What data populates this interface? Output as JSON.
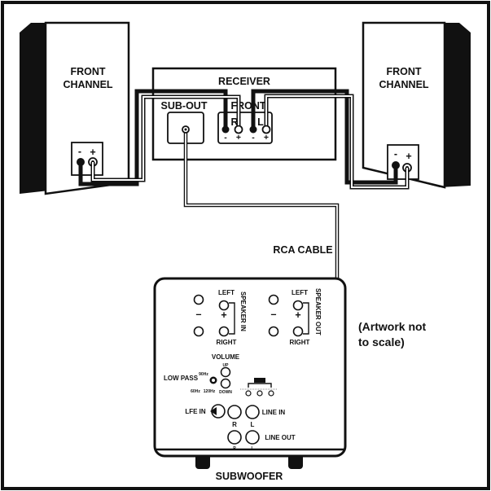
{
  "speakers": {
    "left": {
      "label_line1": "FRONT",
      "label_line2": "CHANNEL",
      "minus": "-",
      "plus": "+"
    },
    "right": {
      "label_line1": "FRONT",
      "label_line2": "CHANNEL",
      "minus": "-",
      "plus": "+"
    }
  },
  "receiver": {
    "title": "RECEIVER",
    "sub_out": "SUB-OUT",
    "front": "FRONT",
    "front_r": "R",
    "front_l": "L",
    "term_minus": "-",
    "term_plus": "+"
  },
  "cable_label": "RCA CABLE",
  "note_line1": "(Artwork not",
  "note_line2": "to scale)",
  "subwoofer": {
    "title": "SUBWOOFER",
    "speaker_in": {
      "left": "LEFT",
      "right": "RIGHT",
      "minus": "–",
      "plus": "+",
      "vertical": "SPEAKER IN"
    },
    "speaker_out": {
      "left": "LEFT",
      "right": "RIGHT",
      "minus": "–",
      "plus": "+",
      "vertical": "SPEAKER OUT"
    },
    "volume": "VOLUME",
    "up": "UP",
    "down": "DOWN",
    "low_pass": "LOW PASS",
    "freq_90": "90Hz",
    "freq_60": "60Hz",
    "freq_120": "120Hz",
    "lfe_in": "LFE IN",
    "line_in": "LINE IN",
    "line_in_r": "R",
    "line_in_l": "L",
    "line_out": "LINE OUT",
    "line_out_r": "R",
    "line_out_l": "L"
  }
}
